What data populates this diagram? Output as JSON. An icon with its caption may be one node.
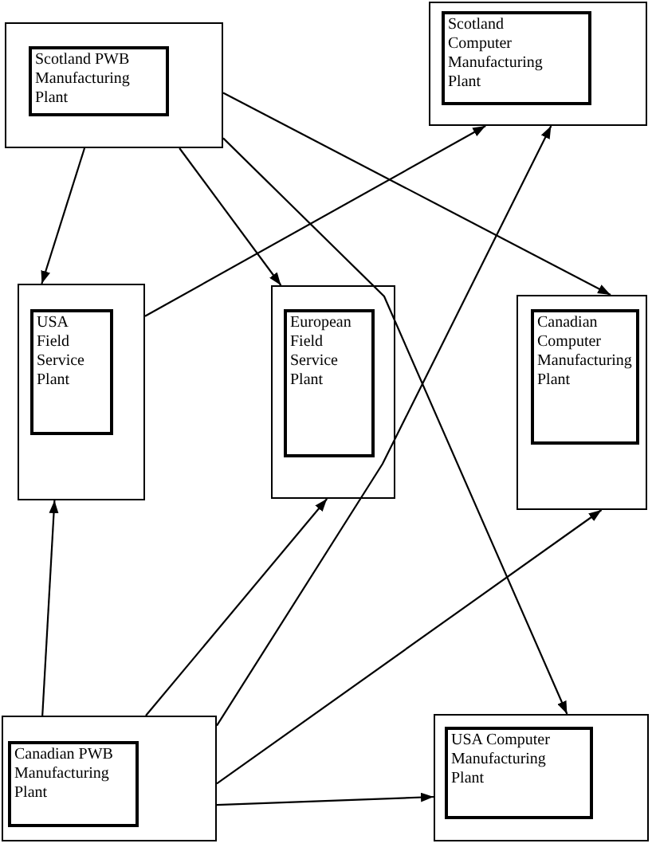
{
  "diagram": {
    "nodes": [
      {
        "text": [],
        "shape": "box"
      },
      {
        "text": [
          "Scotland PWB Manufacturing Plant"
        ],
        "in": 0
      },
      {
        "text": [],
        "shape": "box"
      },
      {
        "text": [
          "Scotland Computer Manufacturing Plant"
        ],
        "in": 2
      },
      {
        "text": [],
        "shape": "box"
      },
      {
        "text": [
          "USA Field Service Plant"
        ],
        "in": 4
      },
      {
        "text": [],
        "shape": "box"
      },
      {
        "text": [
          "European Field Service Plant"
        ],
        "in": 6
      },
      {
        "text": [],
        "shape": "box"
      },
      {
        "text": [
          "Canadian Computer Manufacturing Plant"
        ],
        "in": 8
      },
      {
        "text": [],
        "shape": "box"
      },
      {
        "text": [
          "Canadian PWB Manufacturing Plant"
        ],
        "in": 10
      },
      {
        "text": [],
        "shape": "box"
      },
      {
        "text": [
          "USA Computer Manufacturing Plant"
        ],
        "in": 12
      }
    ],
    "edges": [
      {
        "from": 0,
        "to": 4,
        "arrow": "to"
      },
      {
        "from": 0,
        "to": 6,
        "arrow": "to"
      },
      {
        "from": 0,
        "to": 8,
        "arrow": "to"
      },
      {
        "from": 0,
        "to": 12,
        "arrow": "to"
      },
      {
        "from": 4,
        "to": 2,
        "arrow": "to"
      },
      {
        "from": 10,
        "to": 4,
        "arrow": "to"
      },
      {
        "from": 10,
        "to": 6,
        "arrow": "to"
      },
      {
        "from": 10,
        "to": 2,
        "arrow": "to"
      },
      {
        "from": 10,
        "to": 8,
        "arrow": "to"
      },
      {
        "from": 10,
        "to": 12,
        "arrow": "to"
      }
    ]
  }
}
